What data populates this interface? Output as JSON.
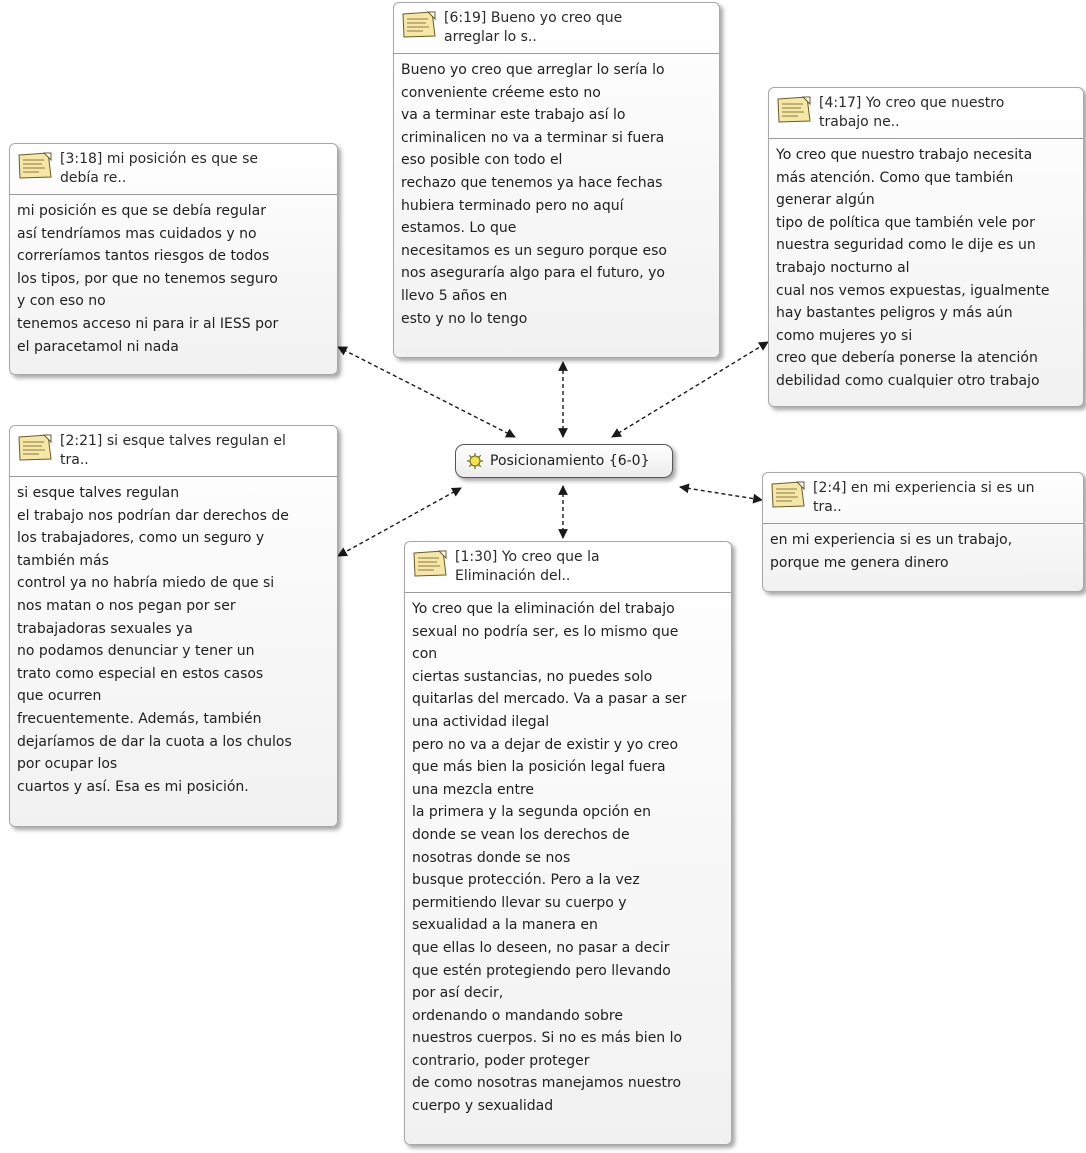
{
  "central": {
    "label": "Posicionamiento {6-0}"
  },
  "quotes": [
    {
      "id": "q619",
      "title_lines": [
        "[6:19] Bueno yo creo que",
        "arreglar lo s.."
      ],
      "body_lines": [
        "Bueno yo creo que arreglar lo sería lo",
        "conveniente créeme esto no",
        "va a terminar este trabajo así lo",
        "criminalicen no va a terminar si fuera",
        "eso posible con todo el",
        "rechazo que tenemos ya hace fechas",
        "hubiera terminado pero no aquí",
        "estamos. Lo que",
        "necesitamos es un seguro porque eso",
        "nos aseguraría algo para el futuro, yo",
        "llevo 5 años en",
        "esto y no lo tengo"
      ]
    },
    {
      "id": "q318",
      "title_lines": [
        "[3:18] mi posición es que se",
        "debía re.."
      ],
      "body_lines": [
        "mi posición es que se debía regular",
        "así tendríamos mas cuidados y no",
        "correríamos tantos riesgos de todos",
        "los tipos, por que no tenemos seguro",
        "y con eso no",
        "tenemos acceso ni para ir al IESS por",
        "el paracetamol ni nada"
      ]
    },
    {
      "id": "q417",
      "title_lines": [
        "[4:17] Yo creo que nuestro",
        "trabajo ne.."
      ],
      "body_lines": [
        "Yo creo que nuestro trabajo necesita",
        "más atención. Como que también",
        "generar algún",
        "tipo de política que también vele por",
        "nuestra seguridad como le dije es un",
        "trabajo nocturno al",
        "cual nos vemos expuestas, igualmente",
        "hay bastantes peligros y más aún",
        "como mujeres yo si",
        "creo que debería ponerse la atención",
        "debilidad como cualquier otro trabajo"
      ]
    },
    {
      "id": "q221",
      "title_lines": [
        "[2:21] si esque talves regulan el",
        "tra.."
      ],
      "body_lines": [
        "si esque talves regulan",
        "el trabajo nos podrían dar derechos de",
        "los trabajadores, como un seguro y",
        "también más",
        "control ya no habría miedo de que si",
        "nos matan o nos pegan por ser",
        "trabajadoras sexuales ya",
        "no podamos denunciar y tener un",
        "trato como especial en estos casos",
        "que ocurren",
        "frecuentemente. Además, también",
        "dejaríamos de dar la cuota a los chulos",
        "por ocupar los",
        "cuartos y así. Esa es mi posición."
      ]
    },
    {
      "id": "q24",
      "title_lines": [
        "[2:4] en mi experiencia si es un",
        "tra.."
      ],
      "body_lines": [
        "en mi experiencia si es un trabajo,",
        "porque me genera dinero"
      ]
    },
    {
      "id": "q130",
      "title_lines": [
        "[1:30] Yo creo que la",
        "Eliminación del.."
      ],
      "body_lines": [
        "Yo creo que la eliminación del trabajo",
        "sexual no podría ser, es lo mismo que",
        "con",
        "ciertas sustancias, no puedes solo",
        "quitarlas del mercado. Va a pasar a ser",
        "una actividad ilegal",
        "pero no va a dejar de existir y yo creo",
        "que más bien la posición legal fuera",
        "una mezcla entre",
        "la primera y la segunda opción en",
        "donde se vean los derechos de",
        "nosotras donde se nos",
        "busque protección. Pero a la vez",
        "permitiendo llevar su cuerpo y",
        "sexualidad a la manera en",
        "que ellas lo deseen, no pasar a decir",
        "que estén protegiendo pero llevando",
        "por así decir,",
        "ordenando o mandando sobre",
        "nuestros cuerpos. Si no es más bien lo",
        "contrario, poder proteger",
        "de como nosotras manejamos nuestro",
        "cuerpo y sexualidad"
      ]
    }
  ]
}
